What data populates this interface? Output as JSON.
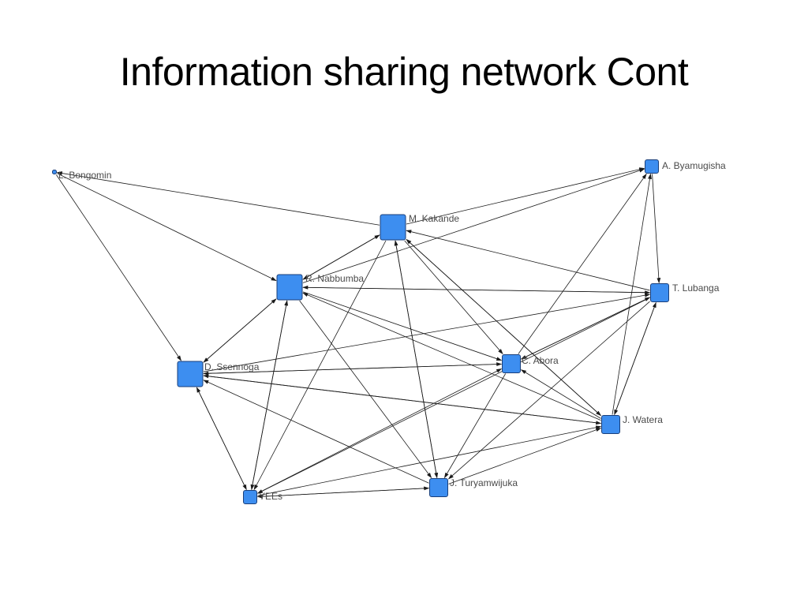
{
  "slide": {
    "title": "Information sharing network Cont"
  },
  "colors": {
    "node_fill": "#3d8ef0",
    "node_stroke": "#1a3f7a",
    "edge": "#1a1a1a",
    "label": "#4a4a4a"
  },
  "network": {
    "nodes": [
      {
        "id": "bongomin",
        "label": "L. Bongomin",
        "size": "tiny"
      },
      {
        "id": "byamugisha",
        "label": "A. Byamugisha",
        "size": "small"
      },
      {
        "id": "kakande",
        "label": "M. Kakande",
        "size": "large"
      },
      {
        "id": "nabbumba",
        "label": "R. Nabbumba",
        "size": "large"
      },
      {
        "id": "lubanga",
        "label": "T. Lubanga",
        "size": "medium"
      },
      {
        "id": "ssennoga",
        "label": "D. Ssennoga",
        "size": "large"
      },
      {
        "id": "abora",
        "label": "C. Abora",
        "size": "medium"
      },
      {
        "id": "watera",
        "label": "J. Watera",
        "size": "medium"
      },
      {
        "id": "turyamwijuka",
        "label": "J. Turyamwijuka",
        "size": "medium"
      },
      {
        "id": "yees",
        "label": "YEEs",
        "size": "small"
      }
    ],
    "edges": [
      [
        "bongomin",
        "nabbumba"
      ],
      [
        "bongomin",
        "ssennoga"
      ],
      [
        "kakande",
        "bongomin"
      ],
      [
        "kakande",
        "byamugisha"
      ],
      [
        "nabbumba",
        "byamugisha"
      ],
      [
        "abora",
        "byamugisha"
      ],
      [
        "watera",
        "byamugisha"
      ],
      [
        "byamugisha",
        "lubanga"
      ],
      [
        "kakande",
        "nabbumba"
      ],
      [
        "nabbumba",
        "kakande"
      ],
      [
        "lubanga",
        "kakande"
      ],
      [
        "kakande",
        "abora"
      ],
      [
        "kakande",
        "turyamwijuka"
      ],
      [
        "turyamwijuka",
        "kakande"
      ],
      [
        "kakande",
        "yees"
      ],
      [
        "kakande",
        "watera"
      ],
      [
        "watera",
        "kakande"
      ],
      [
        "lubanga",
        "nabbumba"
      ],
      [
        "nabbumba",
        "lubanga"
      ],
      [
        "nabbumba",
        "abora"
      ],
      [
        "watera",
        "nabbumba"
      ],
      [
        "nabbumba",
        "turyamwijuka"
      ],
      [
        "ssennoga",
        "nabbumba"
      ],
      [
        "nabbumba",
        "ssennoga"
      ],
      [
        "yees",
        "nabbumba"
      ],
      [
        "nabbumba",
        "yees"
      ],
      [
        "ssennoga",
        "lubanga"
      ],
      [
        "ssennoga",
        "abora"
      ],
      [
        "abora",
        "ssennoga"
      ],
      [
        "watera",
        "ssennoga"
      ],
      [
        "ssennoga",
        "watera"
      ],
      [
        "turyamwijuka",
        "ssennoga"
      ],
      [
        "ssennoga",
        "yees"
      ],
      [
        "yees",
        "ssennoga"
      ],
      [
        "lubanga",
        "abora"
      ],
      [
        "abora",
        "lubanga"
      ],
      [
        "lubanga",
        "watera"
      ],
      [
        "watera",
        "lubanga"
      ],
      [
        "lubanga",
        "turyamwijuka"
      ],
      [
        "lubanga",
        "yees"
      ],
      [
        "watera",
        "abora"
      ],
      [
        "abora",
        "turyamwijuka"
      ],
      [
        "yees",
        "abora"
      ],
      [
        "yees",
        "watera"
      ],
      [
        "turyamwijuka",
        "watera"
      ],
      [
        "yees",
        "turyamwijuka"
      ],
      [
        "turyamwijuka",
        "yees"
      ]
    ]
  }
}
